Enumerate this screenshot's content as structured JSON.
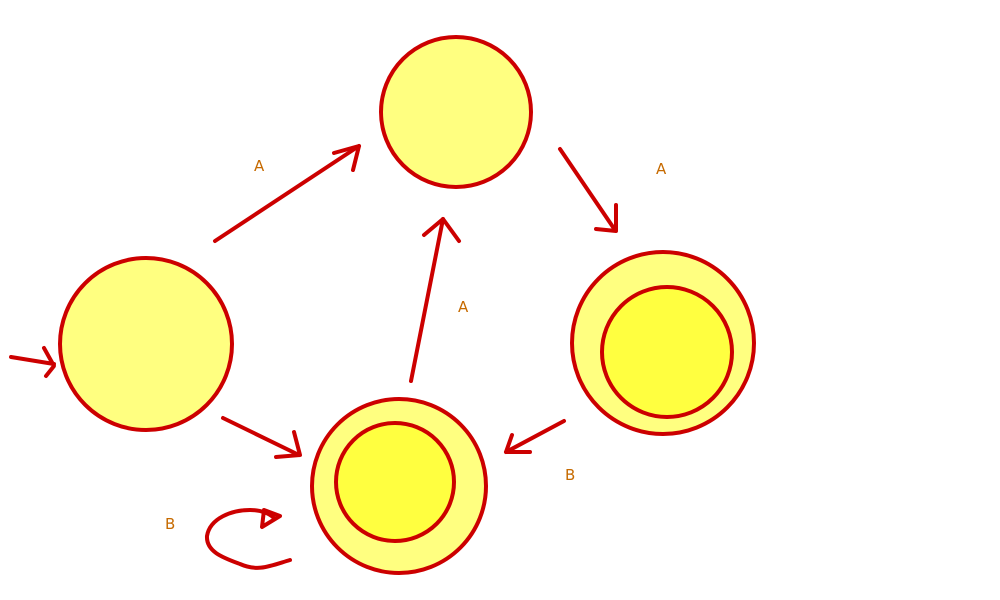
{
  "colors": {
    "stroke": "#cc0000",
    "state_fill": "#ffff80",
    "inner_fill": "#ffff40",
    "label": "#c66a00"
  },
  "states": [
    {
      "id": "left",
      "accepting": false,
      "initial": true
    },
    {
      "id": "top",
      "accepting": false,
      "initial": false
    },
    {
      "id": "right",
      "accepting": true,
      "initial": false
    },
    {
      "id": "bottom",
      "accepting": true,
      "initial": false
    }
  ],
  "transitions": [
    {
      "from": "left",
      "to": "top",
      "symbol": "A"
    },
    {
      "from": "top",
      "to": "right",
      "symbol": "A"
    },
    {
      "from": "bottom",
      "to": "top",
      "symbol": "A"
    },
    {
      "from": "right",
      "to": "bottom",
      "symbol": "B"
    },
    {
      "from": "left",
      "to": "bottom",
      "symbol": ""
    },
    {
      "from": "bottom",
      "to": "bottom",
      "symbol": "B"
    }
  ]
}
